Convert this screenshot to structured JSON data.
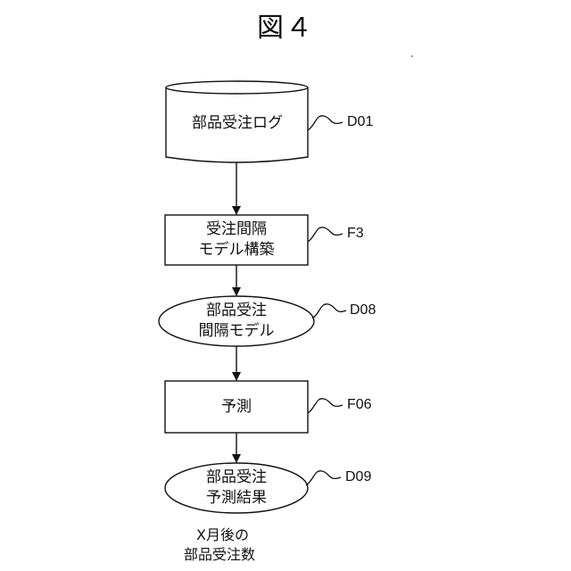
{
  "figure": {
    "title": "図４"
  },
  "nodes": {
    "d01": {
      "lines": [
        "部品受注ログ"
      ],
      "ref": "D01"
    },
    "f3": {
      "lines": [
        "受注間隔",
        "モデル構築"
      ],
      "ref": "F3"
    },
    "d08": {
      "lines": [
        "部品受注",
        "間隔モデル"
      ],
      "ref": "D08"
    },
    "f06": {
      "lines": [
        "予測"
      ],
      "ref": "F06"
    },
    "d09": {
      "lines": [
        "部品受注",
        "予測結果"
      ],
      "ref": "D09"
    }
  },
  "note": {
    "lines": [
      "X月後の",
      "部品受注数"
    ]
  }
}
